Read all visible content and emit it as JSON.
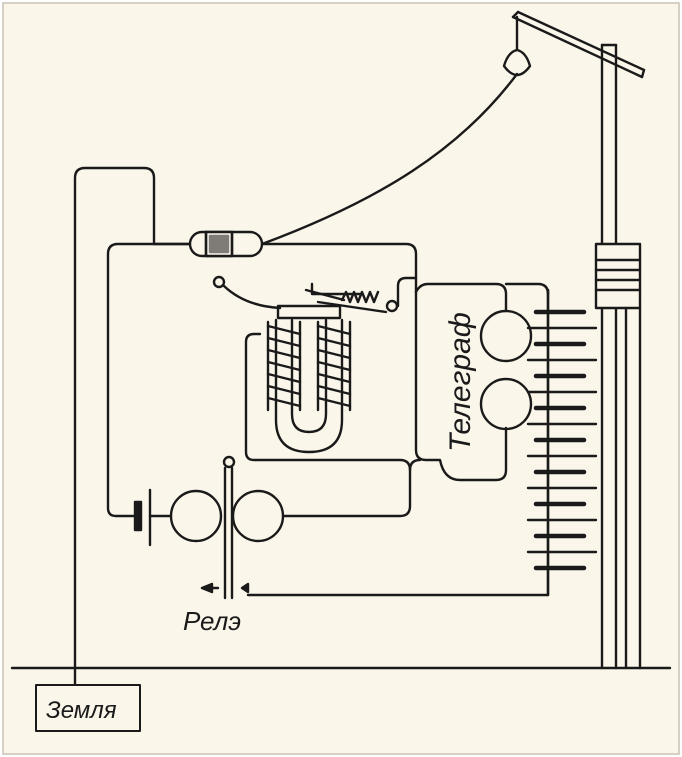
{
  "labels": {
    "telegraph": "Телеграф",
    "relay": "Релэ",
    "ground": "Земля"
  },
  "colors": {
    "background": "#fbf6ea",
    "ink": "#1a1a1a",
    "border": "#c9c3b6"
  }
}
